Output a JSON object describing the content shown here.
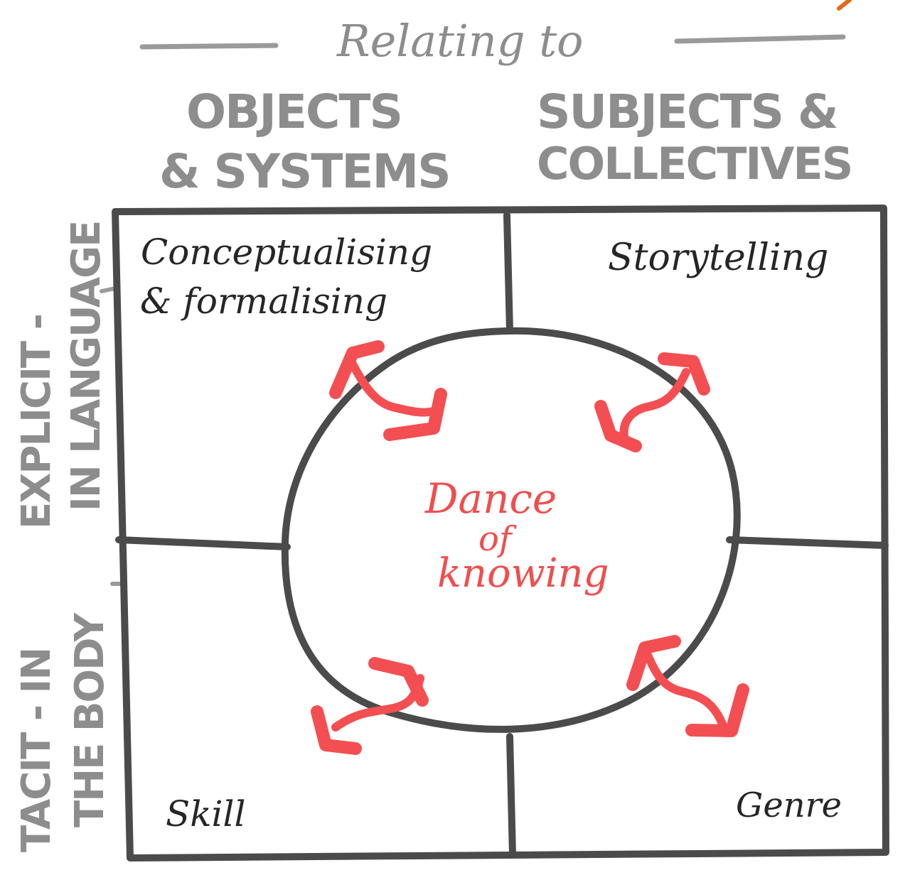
{
  "header": {
    "title": "Relating to"
  },
  "columns": {
    "left": [
      "OBJECTS",
      "& SYSTEMS"
    ],
    "right": [
      "SUBJECTS &",
      "COLLECTIVES"
    ]
  },
  "rows": {
    "top": [
      "EXPLICIT -",
      "IN LANGUAGE"
    ],
    "bottom": [
      "TACIT - IN",
      "THE BODY"
    ]
  },
  "quadrants": {
    "top_left": [
      "Conceptualising",
      "& formalising"
    ],
    "top_right": "Storytelling",
    "bottom_left": "Skill",
    "bottom_right": "Genre"
  },
  "center": {
    "lines": [
      "Dance",
      "of",
      "knowing"
    ]
  },
  "colors": {
    "frame": "#4b4b4b",
    "heading": "#8d8d8d",
    "accent": "#f04e4e",
    "text": "#262626"
  },
  "icons": [
    "double-arrow-icon",
    "double-arrow-icon",
    "double-arrow-icon",
    "double-arrow-icon"
  ]
}
